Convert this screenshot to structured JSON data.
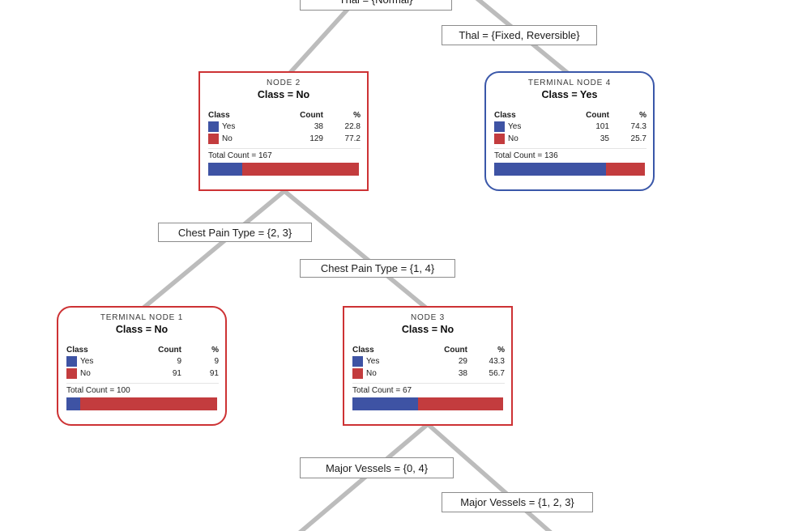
{
  "colors": {
    "yes": "#3e53a4",
    "no": "#c33c3e",
    "node_border_red": "#cd3234",
    "node_border_blue": "#3a57a9",
    "edge_line": "#bcbcbc"
  },
  "table_headers": {
    "class": "Class",
    "count": "Count",
    "pct": "%"
  },
  "edge_labels": {
    "thal_normal": "Thal = {Normal}",
    "thal_fixed_reversible": "Thal = {Fixed, Reversible}",
    "chest_pain_2_3": "Chest Pain Type = {2, 3}",
    "chest_pain_1_4": "Chest Pain Type = {1, 4}",
    "major_vessels_0_4": "Major Vessels = {0, 4}",
    "major_vessels_1_2_3": "Major Vessels = {1, 2, 3}"
  },
  "nodes": [
    {
      "id": "node-2",
      "title": "NODE 2",
      "class_label": "Class = No",
      "rows": [
        {
          "label": "Yes",
          "count": "38",
          "pct": "22.8"
        },
        {
          "label": "No",
          "count": "129",
          "pct": "77.2"
        }
      ],
      "total": "Total Count = 167",
      "yes_pct": 22.8
    },
    {
      "id": "terminal-node-4",
      "title": "TERMINAL NODE 4",
      "class_label": "Class = Yes",
      "rows": [
        {
          "label": "Yes",
          "count": "101",
          "pct": "74.3"
        },
        {
          "label": "No",
          "count": "35",
          "pct": "25.7"
        }
      ],
      "total": "Total Count = 136",
      "yes_pct": 74.3
    },
    {
      "id": "terminal-node-1",
      "title": "TERMINAL NODE 1",
      "class_label": "Class = No",
      "rows": [
        {
          "label": "Yes",
          "count": "9",
          "pct": "9"
        },
        {
          "label": "No",
          "count": "91",
          "pct": "91"
        }
      ],
      "total": "Total Count = 100",
      "yes_pct": 9
    },
    {
      "id": "node-3",
      "title": "NODE 3",
      "class_label": "Class = No",
      "rows": [
        {
          "label": "Yes",
          "count": "29",
          "pct": "43.3"
        },
        {
          "label": "No",
          "count": "38",
          "pct": "56.7"
        }
      ],
      "total": "Total Count = 67",
      "yes_pct": 43.3
    }
  ]
}
